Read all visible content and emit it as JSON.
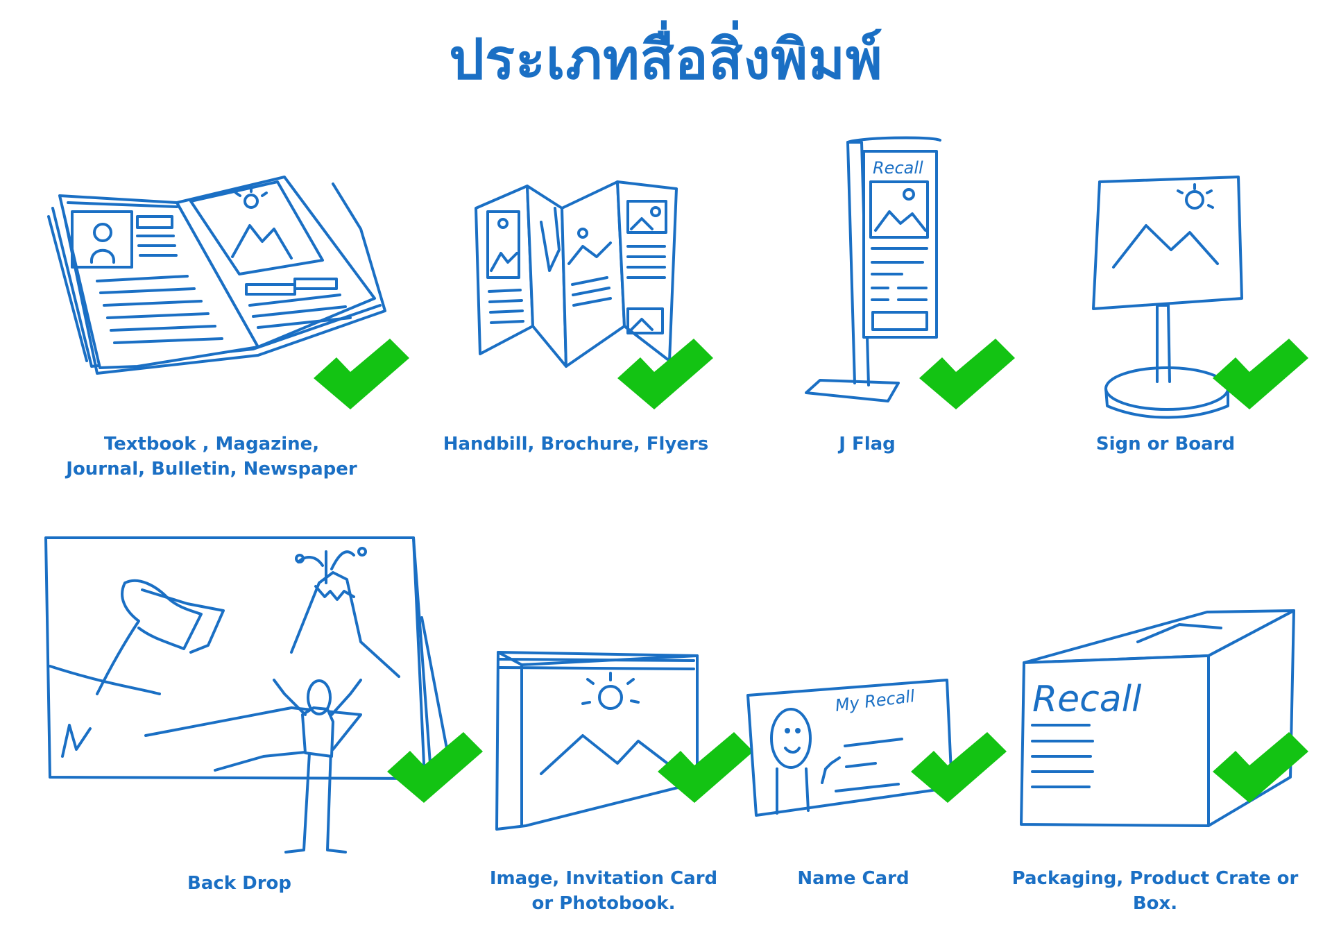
{
  "title": "ประเภทสื่อสิ่งพิมพ์",
  "colors": {
    "primary": "#1a6fc4",
    "check": "#13c313",
    "background": "#ffffff"
  },
  "items": [
    {
      "icon": "newspaper-magazine-icon",
      "lines": [
        "Textbook , Magazine,",
        "Journal, Bulletin, Newspaper"
      ]
    },
    {
      "icon": "brochure-icon",
      "lines": [
        "Handbill, Brochure, Flyers"
      ]
    },
    {
      "icon": "j-flag-icon",
      "lines": [
        "J Flag"
      ],
      "sign_text": "Recall"
    },
    {
      "icon": "sign-board-icon",
      "lines": [
        "Sign or Board"
      ]
    },
    {
      "icon": "backdrop-icon",
      "lines": [
        "Back Drop"
      ]
    },
    {
      "icon": "photobook-icon",
      "lines": [
        "Image, Invitation Card",
        "or Photobook."
      ]
    },
    {
      "icon": "name-card-icon",
      "lines": [
        "Name Card"
      ],
      "card_text": "My Recall"
    },
    {
      "icon": "packaging-box-icon",
      "lines": [
        "Packaging, Product Crate or Box."
      ],
      "box_text": "Recall"
    }
  ]
}
